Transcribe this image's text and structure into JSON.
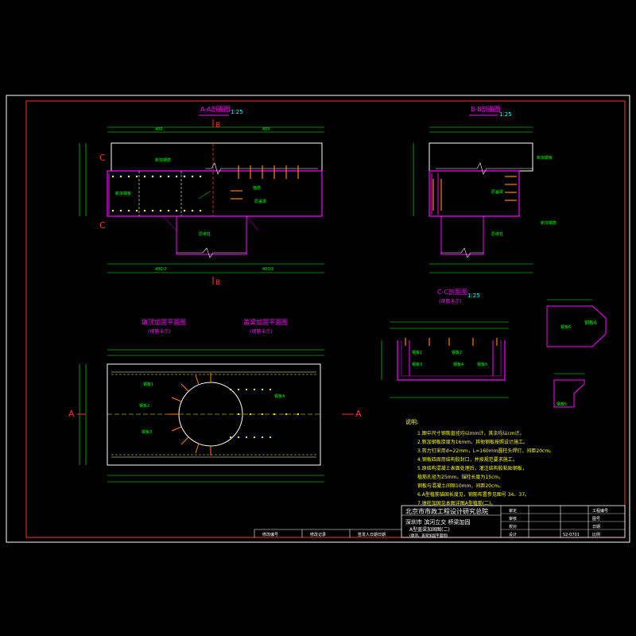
{
  "titles": {
    "section_aa": "A-A剖面图",
    "scale_aa": "1:25",
    "section_bb": "B-B剖面图",
    "scale_bb": "1:25",
    "section_cc": "C-C剖面图",
    "scale_cc": "1:25",
    "section_cc_sub": "(钢筋未示)",
    "plan_left": "墩顶加固平面图",
    "plan_left_sub": "(钢筋未示)",
    "plan_right": "盖梁加固平面图",
    "plan_right_sub": "(钢筋未示)"
  },
  "cut_markers": {
    "a": "A",
    "b": "B",
    "c": "C"
  },
  "labels": {
    "aa_1": "新加钢筋",
    "aa_2": "新加钢板",
    "aa_3": "原盖梁",
    "aa_4": "原墩柱",
    "aa_5": "植筋",
    "bb_1": "新加钢板",
    "bb_2": "原盖梁",
    "bb_3": "原墩柱",
    "bb_4": "新加钢筋",
    "plan_1": "钢板1",
    "plan_2": "钢板2",
    "plan_3": "钢板3",
    "plan_4": "钢板4",
    "cc_1": "钢板1",
    "cc_2": "钢板2",
    "cc_3": "钢板3",
    "cc_4": "钢板4",
    "cc_5": "钢板5",
    "detail_1": "钢板6",
    "detail_2": "钢板5"
  },
  "notes": {
    "heading": "说明:",
    "items": [
      "1.图中尺寸钢筋直径均以mm计，其余均以cm计。",
      "2.新加钢板厚度为16mm，其他钢板按照设计施工。",
      "3.剪力钉采用d=22mm，L=160mm圆柱头焊钉，间距20cm。",
      "4.钢板四周用结构胶封口，并按规范要求施工。",
      "5.原结构混凝土表面处理后，灌注结构胶粘贴钢板，",
      "   植筋孔径为25mm，锚栓长度为15cm，",
      "   钢板与混凝土间隙10mm，间距20cm。",
      "6.A型植筋锚固长度见，钢筋布置参见图号 34、37。",
      "7.墩柱加固见本图详图A型植筋(二)。"
    ]
  },
  "title_block": {
    "company": "北京市市政工程设计研究总院",
    "project": "深圳市 滨河立交 桥梁加固",
    "drawing": "A型盖梁加固图(二)",
    "drawing_sub": "(墩顶、盖梁加固平面图)",
    "left_1": "审定",
    "left_2": "审核",
    "left_3": "校对",
    "left_4": "设计",
    "right_1": "工程编号",
    "right_2": "图号",
    "right_3": "日期",
    "right_4": "比例",
    "bottom_1": "修改编号",
    "bottom_2": "修改记录",
    "bottom_3": "签发人日期日期",
    "sheet": "S2-0701"
  },
  "colors": {
    "background": "#000000",
    "frame": "#ffffff",
    "border": "#ff3030",
    "section_outline": "#ff00ff",
    "text_yellow": "#ffff00",
    "text_green": "#00ff00",
    "text_cyan": "#00ffff",
    "rebar_orange": "#ff8000"
  }
}
